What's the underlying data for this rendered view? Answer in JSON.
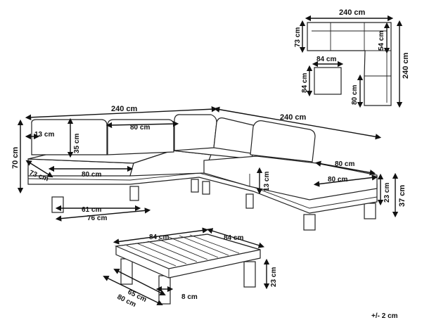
{
  "tolerance": "+/- 2 cm",
  "plan": {
    "width_top": "240 cm",
    "depth_top": "73 cm",
    "inner_depth": "54 cm",
    "height_side": "240 cm",
    "ottoman_w": "84 cm",
    "ottoman_d": "84 cm",
    "corner_d": "80 cm"
  },
  "sofa": {
    "length_left": "240 cm",
    "length_right": "240 cm",
    "back_cushion_w": "80 cm",
    "armrest": "13 cm",
    "back_h": "35 cm",
    "total_h": "70 cm",
    "seat_d": "73 cm",
    "seat_w": "80 cm",
    "inner_w": "61 cm",
    "outer_w": "76 cm",
    "chaise_w1": "80 cm",
    "chaise_w2": "80 cm",
    "seat_h": "13 cm",
    "base_h": "23 cm",
    "height": "37 cm"
  },
  "table": {
    "top_w": "84 cm",
    "top_d": "84 cm",
    "inner": "65 cm",
    "outer": "80 cm",
    "leg": "8 cm",
    "height": "23 cm"
  }
}
